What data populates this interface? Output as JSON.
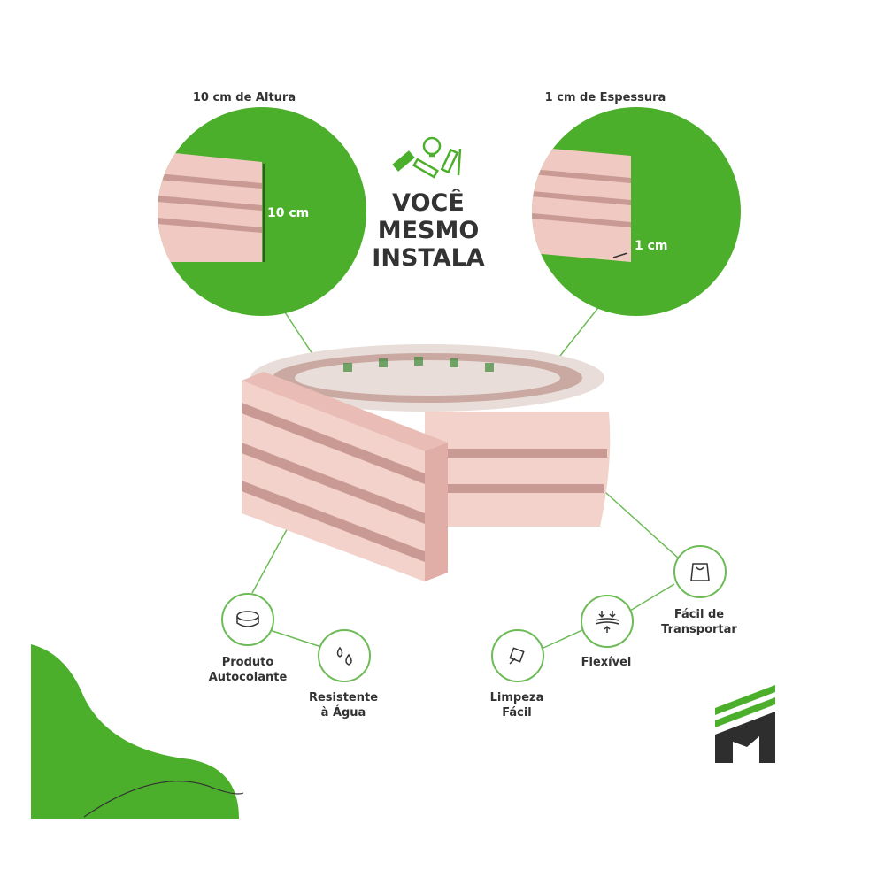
{
  "labels": {
    "height_title": "10 cm de Altura",
    "height_measure": "10 cm",
    "thickness_title": "1 cm de Espessura",
    "thickness_measure": "1 cm"
  },
  "headline": [
    "VOCÊ",
    "MESMO",
    "INSTALA"
  ],
  "features": [
    {
      "icon": "tape-roll-icon",
      "lines": [
        "Produto",
        "Autocolante"
      ]
    },
    {
      "icon": "water-drops-icon",
      "lines": [
        "Resistente",
        "à Água"
      ]
    },
    {
      "icon": "cleaning-hand-icon",
      "lines": [
        "Limpeza",
        "Fácil"
      ]
    },
    {
      "icon": "flex-arrows-icon",
      "lines": [
        "Flexível"
      ]
    },
    {
      "icon": "bag-icon",
      "lines": [
        "Fácil de",
        "Transportar"
      ]
    }
  ],
  "colors": {
    "green": "#4caf2c",
    "line_green": "#6dbb57",
    "pink": "#f0c9c2",
    "dark": "#333333"
  }
}
